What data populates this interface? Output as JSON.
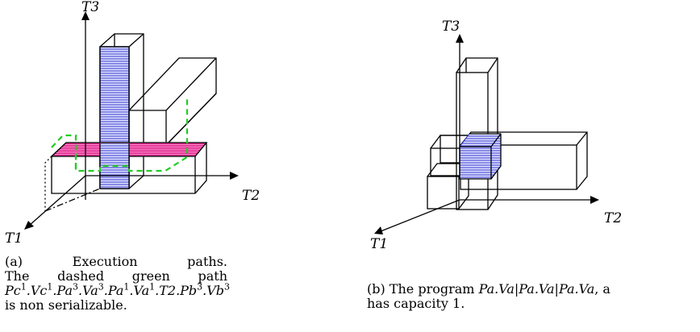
{
  "panel_a": {
    "axes": {
      "t1": "T1",
      "t2": "T2",
      "t3": "T3"
    },
    "caption": {
      "label": "(a)",
      "title_word1": "Execution",
      "title_word2": "paths.",
      "l2_w1": "The",
      "l2_w2": "dashed",
      "l2_w3": "green",
      "l2_w4": "path",
      "path": [
        "Pc",
        "1",
        ".Vc",
        "1",
        ".Pa",
        "3",
        ".Va",
        "3",
        ".Pa",
        "1",
        ".Va",
        "1",
        ".T2.Pb",
        "3",
        ".Vb",
        "3"
      ],
      "last_line": "is non serializable."
    }
  },
  "panel_b": {
    "axes": {
      "t1": "T1",
      "t2": "T2",
      "t3": "T3"
    },
    "caption": {
      "prefix": "(b) The program ",
      "program": "Pa.Va|Pa.Va|Pa.Va",
      "suffix": ", a",
      "line2": "has capacity 1."
    }
  },
  "colors": {
    "blue_hatch": "#3333cc",
    "magenta_hatch": "#e0007a",
    "green_path": "#22cc22"
  }
}
